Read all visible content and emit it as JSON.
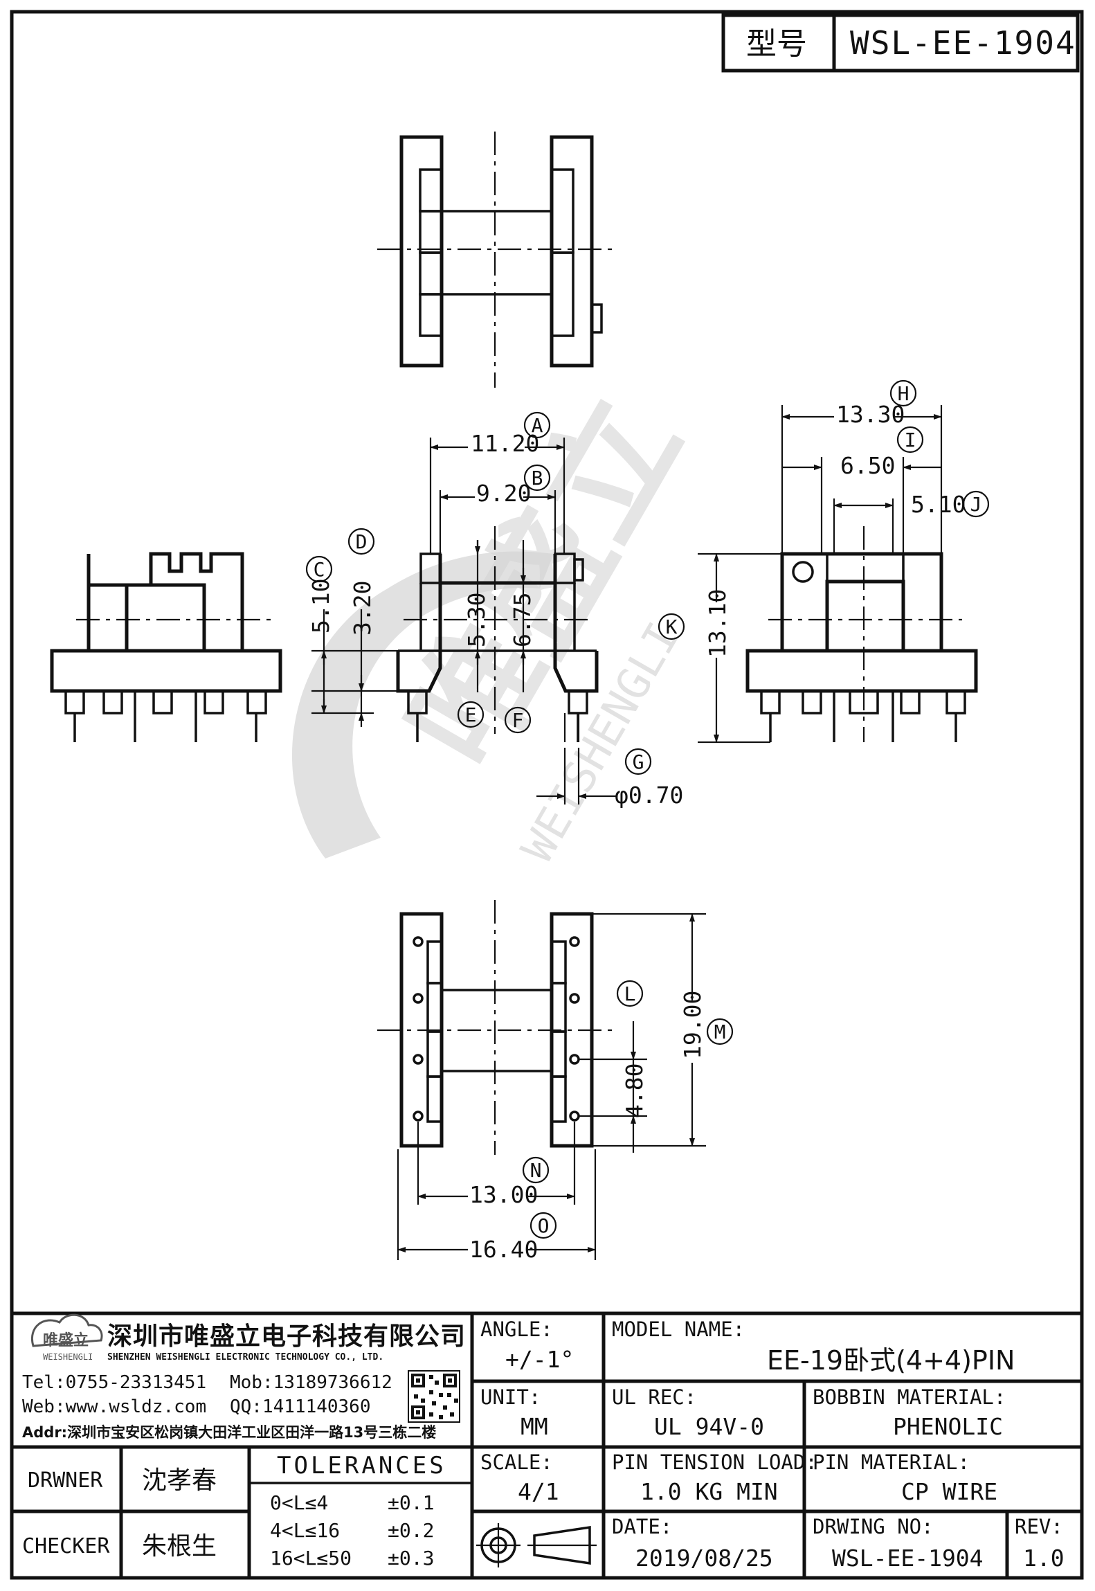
{
  "title_block": {
    "type_label": "型号",
    "model_code": "WSL-EE-1904"
  },
  "watermark": {
    "brand_cn": "唯盛立",
    "brand_en": "WEISHENGLI"
  },
  "dimensions": {
    "A": "11.20",
    "B": "9.20",
    "C": "5.10",
    "D": "3.20",
    "E": "5.30",
    "F": "6.75",
    "G": "φ0.70",
    "H": "13.30",
    "I": "6.50",
    "J": "5.10",
    "K": "13.10",
    "L": "4.80",
    "M": "19.00",
    "N": "13.00",
    "O": "16.40"
  },
  "callouts": {
    "A": "A",
    "B": "B",
    "C": "C",
    "D": "D",
    "E": "E",
    "F": "F",
    "G": "G",
    "H": "H",
    "I": "I",
    "J": "J",
    "K": "K",
    "L": "L",
    "M": "M",
    "N": "N",
    "O": "O"
  },
  "company": {
    "logo_text": "唯盛立",
    "logo_sub": "WEISHENGLI",
    "name_cn": "深圳市唯盛立电子科技有限公司",
    "name_en": "SHENZHEN WEISHENGLI ELECTRONIC TECHNOLOGY CO., LTD.",
    "tel": "Tel:0755-23313451",
    "mob": "Mob:13189736612",
    "web": "Web:www.wsldz.com",
    "qq": "QQ:1411140360",
    "addr": "Addr:深圳市宝安区松岗镇大田洋工业区田洋一路13号三栋二楼"
  },
  "people": {
    "drawer_label": "DRWNER",
    "drawer_name": "沈孝春",
    "checker_label": "CHECKER",
    "checker_name": "朱根生"
  },
  "tolerances": {
    "heading": "TOLERANCES",
    "rows": [
      {
        "range": "0<L≤4",
        "value": "±0.1"
      },
      {
        "range": "4<L≤16",
        "value": "±0.2"
      },
      {
        "range": "16<L≤50",
        "value": "±0.3"
      }
    ]
  },
  "specs": {
    "angle_label": "ANGLE:",
    "angle_value": "+/-1°",
    "unit_label": "UNIT:",
    "unit_value": "MM",
    "scale_label": "SCALE:",
    "scale_value": "4/1",
    "model_name_label": "MODEL NAME:",
    "model_name_value": "EE-19卧式(4+4)PIN",
    "ul_label": "UL REC:",
    "ul_value": "UL 94V-0",
    "bobbin_label": "BOBBIN MATERIAL:",
    "bobbin_value": "PHENOLIC",
    "pin_tension_label": "PIN TENSION LOAD:",
    "pin_tension_value": "1.0 KG MIN",
    "pin_material_label": "PIN MATERIAL:",
    "pin_material_value": "CP WIRE",
    "date_label": "DATE:",
    "date_value": "2019/08/25",
    "drawing_no_label": "DRWING NO:",
    "drawing_no_value": "WSL-EE-1904",
    "rev_label": "REV:",
    "rev_value": "1.0"
  }
}
